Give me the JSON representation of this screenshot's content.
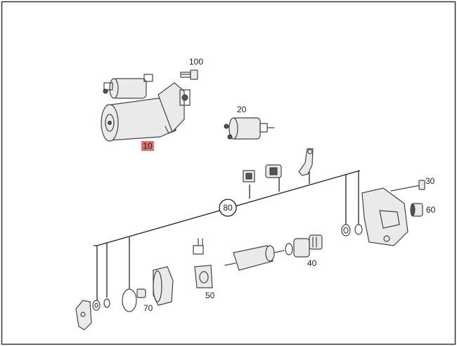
{
  "diagram": {
    "labels": {
      "p10": "10",
      "p20": "20",
      "p30": "30",
      "p40": "40",
      "p50": "50",
      "p60": "60",
      "p70": "70",
      "p80": "80",
      "p100": "100"
    },
    "colors": {
      "highlight": "#e07070",
      "line": "#222222",
      "frame": "#333333"
    }
  }
}
